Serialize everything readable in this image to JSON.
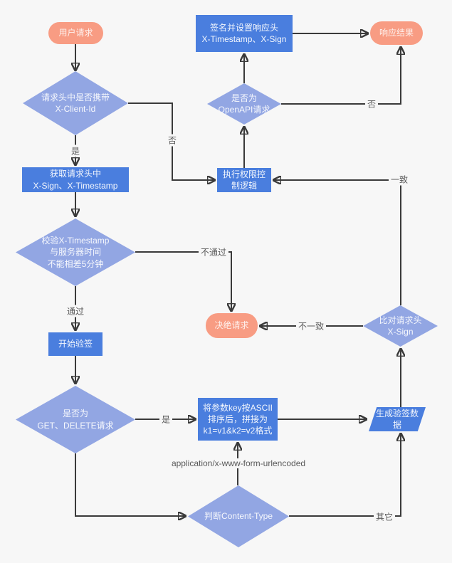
{
  "diagram": {
    "description": "API signature verification flowchart",
    "colors": {
      "background": "#f7f7f7",
      "terminal_fill": "#f89c83",
      "process_fill": "#4a7ede",
      "decision_fill": "#92a6e3",
      "connector": "#3a3a3a",
      "label_text": "#595959"
    },
    "nodes": {
      "user_request": {
        "type": "terminal",
        "label": "用户请求"
      },
      "check_client_id": {
        "type": "decision",
        "label": "请求头中是否携带\nX-Client-Id"
      },
      "sign_response": {
        "type": "process",
        "label": "签名并设置响应头\nX-Timestamp、X-Sign"
      },
      "response_result": {
        "type": "terminal",
        "label": "响应结果"
      },
      "is_openapi": {
        "type": "decision",
        "label": "是否为\nOpenAPI请求"
      },
      "get_headers": {
        "type": "process",
        "label": "获取请求头中\nX-Sign、X-Timestamp"
      },
      "exec_permission": {
        "type": "process",
        "label": "执行权限控\n制逻辑"
      },
      "check_timestamp": {
        "type": "decision",
        "label": "校验X-Timestamp\n与服务器时间\n不能相差5分钟"
      },
      "reject_request": {
        "type": "terminal",
        "label": "决绝请求"
      },
      "compare_sign": {
        "type": "decision",
        "label": "比对请求头\nX-Sign"
      },
      "start_verify": {
        "type": "process",
        "label": "开始验签"
      },
      "is_get_delete": {
        "type": "decision",
        "label": "是否为\nGET、DELETE请求"
      },
      "sort_params": {
        "type": "process",
        "label": "将参数key按ASCII\n排序后，拼接为\nk1=v1&k2=v2格式"
      },
      "gen_sign_data": {
        "type": "parallelogram",
        "label": "生成验签数\n据"
      },
      "check_content_type": {
        "type": "decision",
        "label": "判断Content-Type"
      }
    },
    "edge_labels": {
      "yes_client_id": "是",
      "no_client_id": "否",
      "pass": "通过",
      "fail": "不通过",
      "consistent": "一致",
      "inconsistent": "不一致",
      "yes_get_delete": "是",
      "form_urlencoded": "application/x-www-form-urlencoded",
      "other": "其它",
      "no_openapi": "否"
    }
  }
}
